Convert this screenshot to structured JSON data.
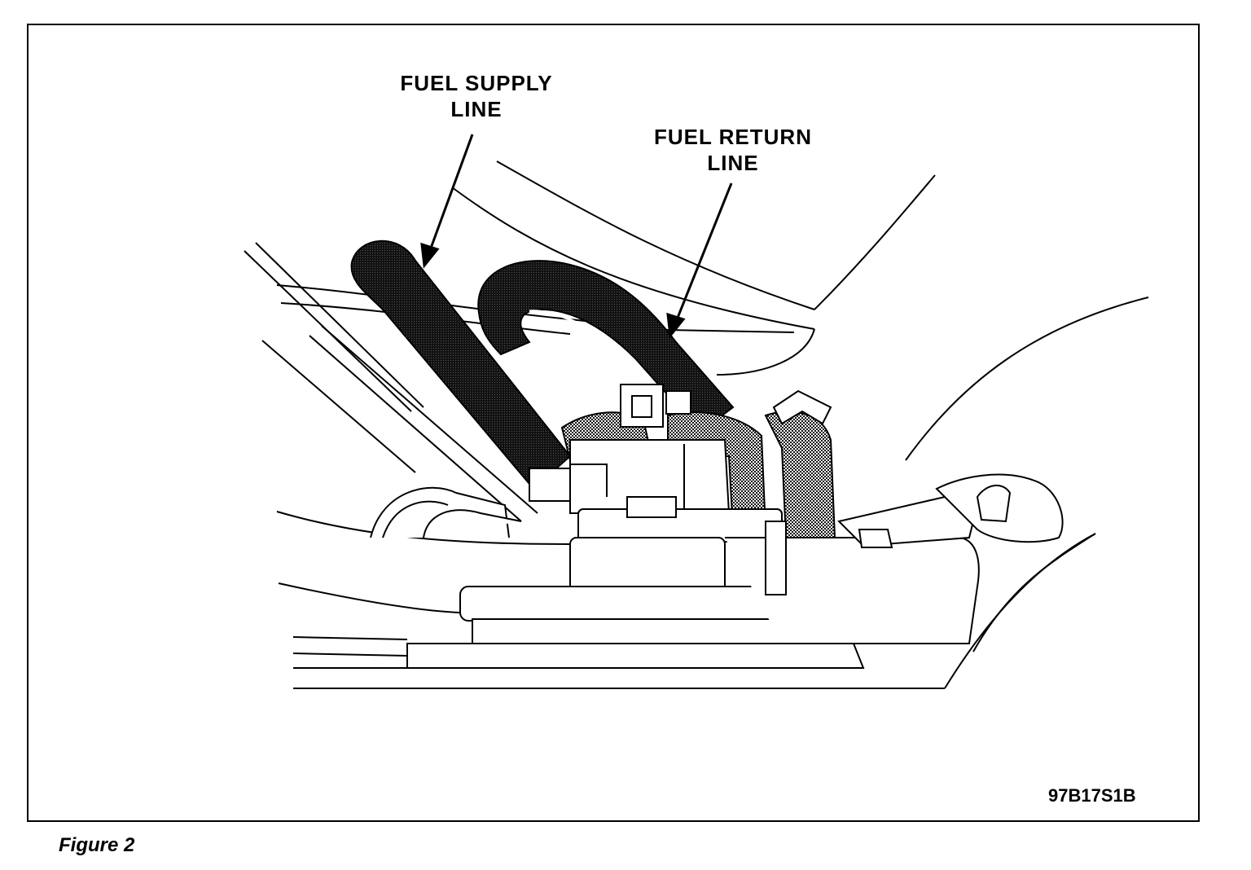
{
  "labels": {
    "supply_line_1": "FUEL SUPPLY",
    "supply_line_2": "LINE",
    "return_line_1": "FUEL RETURN",
    "return_line_2": "LINE"
  },
  "figure_code": "97B17S1B",
  "caption": "Figure 2",
  "colors": {
    "ink": "#000000",
    "paper": "#ffffff",
    "hose_fill": "#1a1a1a"
  }
}
